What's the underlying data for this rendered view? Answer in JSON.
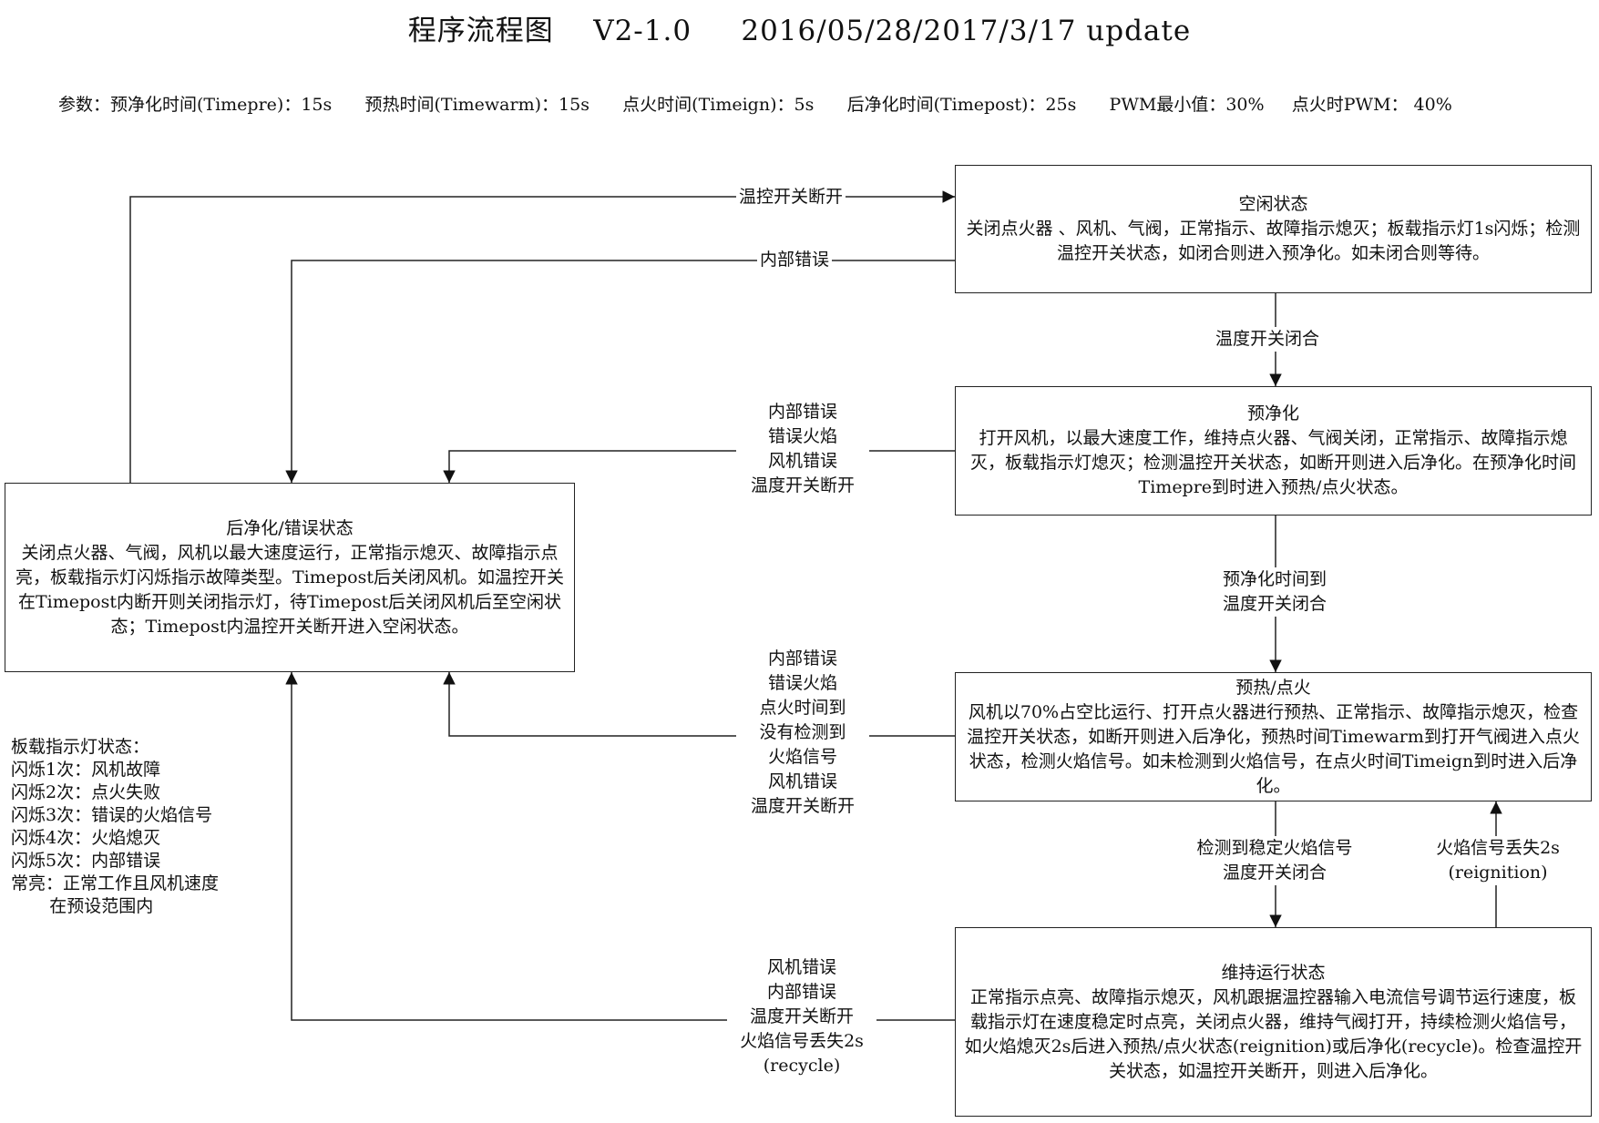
{
  "header": {
    "title": "程序流程图    V2-1.0     2016/05/28/2017/3/17 update"
  },
  "params": "参数：预净化时间(Timepre)：15s      预热时间(Timewarm)：15s      点火时间(Timeign)：5s      后净化时间(Timepost)：25s      PWM最小值：30%     点火时PWM： 40%",
  "boxes": {
    "idle": {
      "title": "空闲状态",
      "body": "关闭点火器 、风机、气阀，正常指示、故障指示熄灭；板载指示灯1s闪烁；检测温控开关状态，如闭合则进入预净化。如未闭合则等待。"
    },
    "prepurge": {
      "title": "预净化",
      "body": "打开风机，以最大速度工作，维持点火器、气阀关闭，正常指示、故障指示熄灭，板载指示灯熄灭；检测温控开关状态，如断开则进入后净化。在预净化时间Timepre到时进入预热/点火状态。"
    },
    "preheat": {
      "title": "预热/点火",
      "body": "风机以70%占空比运行、打开点火器进行预热、正常指示、故障指示熄灭，检查温控开关状态，如断开则进入后净化，预热时间Timewarm到打开气阀进入点火状态，检测火焰信号。如未检测到火焰信号，在点火时间Timeign到时进入后净化。"
    },
    "running": {
      "title": "维持运行状态",
      "body": "正常指示点亮、故障指示熄灭，风机跟据温控器输入电流信号调节运行速度，板载指示灯在速度稳定时点亮，关闭点火器，维持气阀打开，持续检测火焰信号，如火焰熄灭2s后进入预热/点火状态(reignition)或后净化(recycle)。检查温控开关状态，如温控开关断开，则进入后净化。"
    },
    "postpurge": {
      "title": "后净化/错误状态",
      "body": "关闭点火器、气阀，风机以最大速度运行，正常指示熄灭、故障指示点亮，板载指示灯闪烁指示故障类型。Timepost后关闭风机。如温控开关在Timepost内断开则关闭指示灯，待Timepost后关闭风机后至空闲状态；Timepost内温控开关断开进入空闲状态。"
    }
  },
  "edges": {
    "post_to_idle": "温控开关断开",
    "idle_to_post": "内部错误",
    "idle_to_pre": "温度开关闭合",
    "pre_to_post": "内部错误\n错误火焰\n风机错误\n温度开关断开",
    "pre_to_heat": "预净化时间到\n温度开关闭合",
    "heat_to_post": "内部错误\n错误火焰\n点火时间到\n没有检测到\n火焰信号\n风机错误\n温度开关断开",
    "heat_to_run": "检测到稳定火焰信号\n温度开关闭合",
    "run_to_heat": "火焰信号丢失2s\n(reignition)",
    "run_to_post": "风机错误\n内部错误\n温度开关断开\n火焰信号丢失2s\n(recycle)"
  },
  "legend": {
    "title": "板载指示灯状态：",
    "items": [
      "闪烁1次：风机故障",
      "闪烁2次：点火失败",
      "闪烁3次：错误的火焰信号",
      "闪烁4次：火焰熄灭",
      "闪烁5次：内部错误",
      "常亮：正常工作且风机速度",
      "       在预设范围内"
    ]
  }
}
